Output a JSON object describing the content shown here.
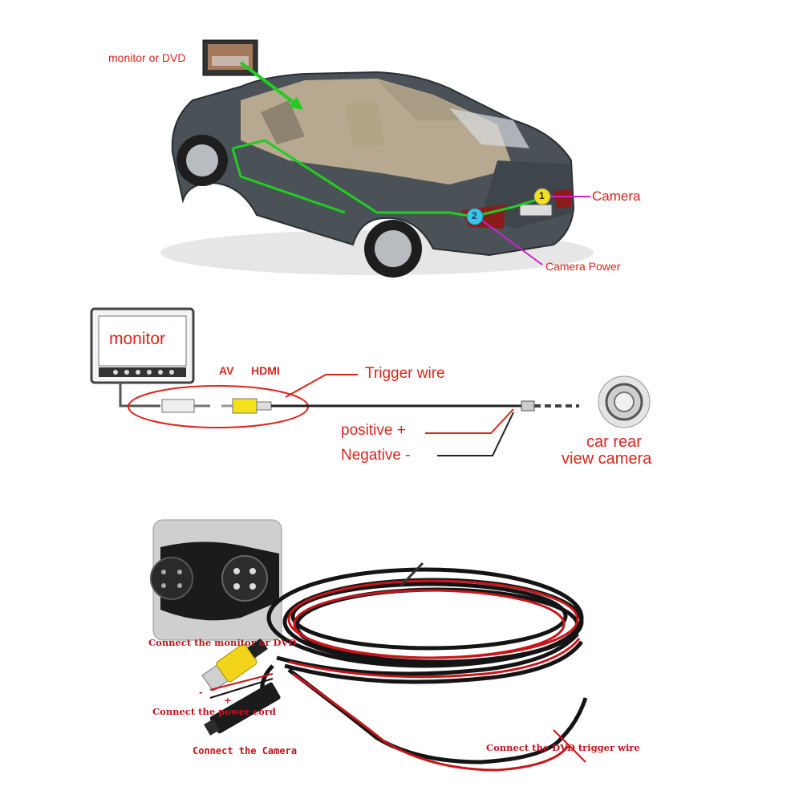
{
  "section1": {
    "monitor_label": "monitor or DVD",
    "camera_label": "Camera",
    "camera_power_label": "Camera Power",
    "marker_1": "1",
    "marker_2": "2"
  },
  "section2": {
    "monitor_text": "monitor",
    "av_label": "AV",
    "hdmi_label": "HDMI",
    "trigger_label": "Trigger wire",
    "positive_label": "positive +",
    "negative_label": "Negative -",
    "camera_label_line1": "car rear",
    "camera_label_line2": "view camera"
  },
  "section3": {
    "connect_monitor": "Connect the monitor or DVD",
    "minus": "-",
    "plus": "+",
    "connect_power": "Connect the power cord",
    "connect_camera": "Connect the Camera",
    "connect_trigger": "Connect the DVD trigger wire"
  },
  "colors": {
    "accent_red": "#d8261c",
    "wire_green": "#22cc22",
    "callout_magenta": "#cc22cc",
    "marker_yellow": "#f2e21a",
    "marker_cyan": "#36c6e6"
  }
}
